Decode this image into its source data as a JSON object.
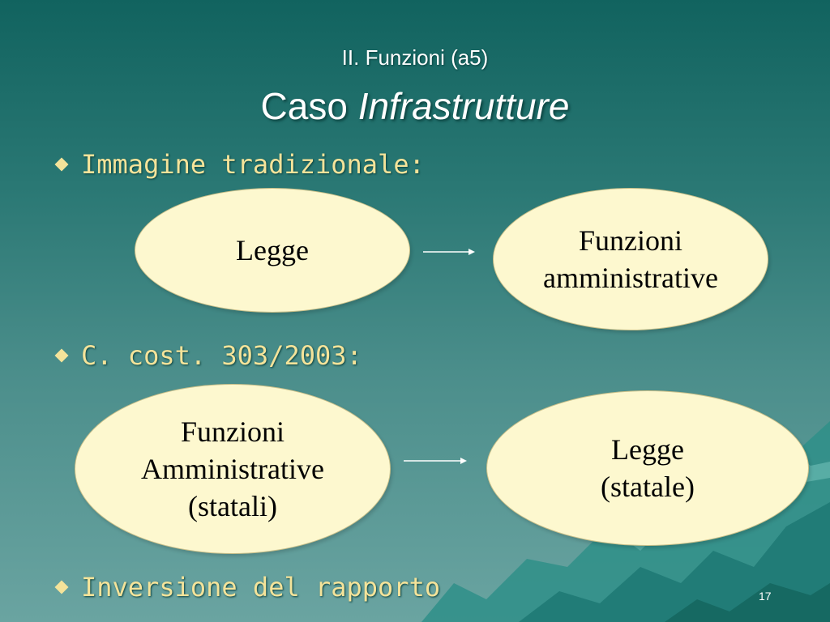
{
  "title": {
    "line1": "II. Funzioni (a5)",
    "line2_regular": "Caso ",
    "line2_italic": "Infrastrutture"
  },
  "bullets": [
    {
      "text": "Immagine tradizionale:"
    },
    {
      "text": "C. cost. 303/2003:"
    },
    {
      "text": "Inversione del rapporto"
    }
  ],
  "diagram1": {
    "left": [
      "Legge"
    ],
    "right": [
      "Funzioni",
      "amministrative"
    ]
  },
  "diagram2": {
    "left": [
      "Funzioni",
      "Amministrative",
      "(statali)"
    ],
    "right": [
      "Legge",
      "(statale)"
    ]
  },
  "page_number": "17",
  "colors": {
    "bullet_text": "#f4e39a",
    "ellipse_fill": "#fdf8cf",
    "title": "#ffffff"
  }
}
